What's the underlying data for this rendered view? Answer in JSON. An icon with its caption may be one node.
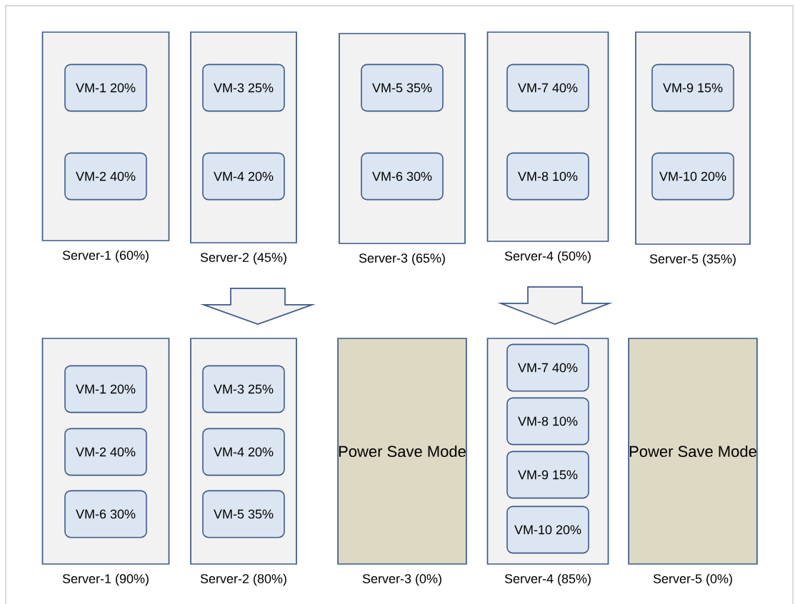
{
  "diagram": {
    "nodes": [
      {
        "text": [
          "Server-1 (60%)"
        ]
      },
      {
        "text": [
          "VM-1 20%"
        ],
        "in": 0
      },
      {
        "text": [
          "VM-2 40%"
        ],
        "in": 0
      },
      {
        "text": [
          "Server-2 (45%)"
        ]
      },
      {
        "text": [
          "VM-3 25%"
        ],
        "in": 3
      },
      {
        "text": [
          "VM-4 20%"
        ],
        "in": 3
      },
      {
        "text": [
          "Server-3 (65%)"
        ]
      },
      {
        "text": [
          "VM-5 35%"
        ],
        "in": 6
      },
      {
        "text": [
          "VM-6 30%"
        ],
        "in": 6
      },
      {
        "text": [
          "Server-4 (50%)"
        ]
      },
      {
        "text": [
          "VM-7 40%"
        ],
        "in": 9
      },
      {
        "text": [
          "VM-8 10%"
        ],
        "in": 9
      },
      {
        "text": [
          "Server-5 (35%)"
        ]
      },
      {
        "text": [
          "VM-9 15%"
        ],
        "in": 12
      },
      {
        "text": [
          "VM-10 20%"
        ],
        "in": 12
      },
      {
        "text": [
          "Server-1 (90%)"
        ]
      },
      {
        "text": [
          "VM-1 20%"
        ],
        "in": 15
      },
      {
        "text": [
          "VM-2 40%"
        ],
        "in": 15
      },
      {
        "text": [
          "VM-6 30%"
        ],
        "in": 15
      },
      {
        "text": [
          "Server-2 (80%)"
        ]
      },
      {
        "text": [
          "VM-3 25%"
        ],
        "in": 19
      },
      {
        "text": [
          "VM-4 20%"
        ],
        "in": 19
      },
      {
        "text": [
          "VM-5 35%"
        ],
        "in": 19
      },
      {
        "text": [
          "Power Save Mode",
          "Server-3 (0%)"
        ]
      },
      {
        "text": [
          "Server-4 (85%)"
        ]
      },
      {
        "text": [
          "VM-7 40%"
        ],
        "in": 24
      },
      {
        "text": [
          "VM-8 10%"
        ],
        "in": 24
      },
      {
        "text": [
          "VM-9 15%"
        ],
        "in": 24
      },
      {
        "text": [
          "VM-10 20%"
        ],
        "in": 24
      },
      {
        "text": [
          "Power Save Mode",
          "Server-5 (0%)"
        ]
      }
    ],
    "edges": [
      {
        "from": 3,
        "to": 19,
        "arrow": "to"
      },
      {
        "from": 9,
        "to": 24,
        "arrow": "to"
      }
    ]
  }
}
